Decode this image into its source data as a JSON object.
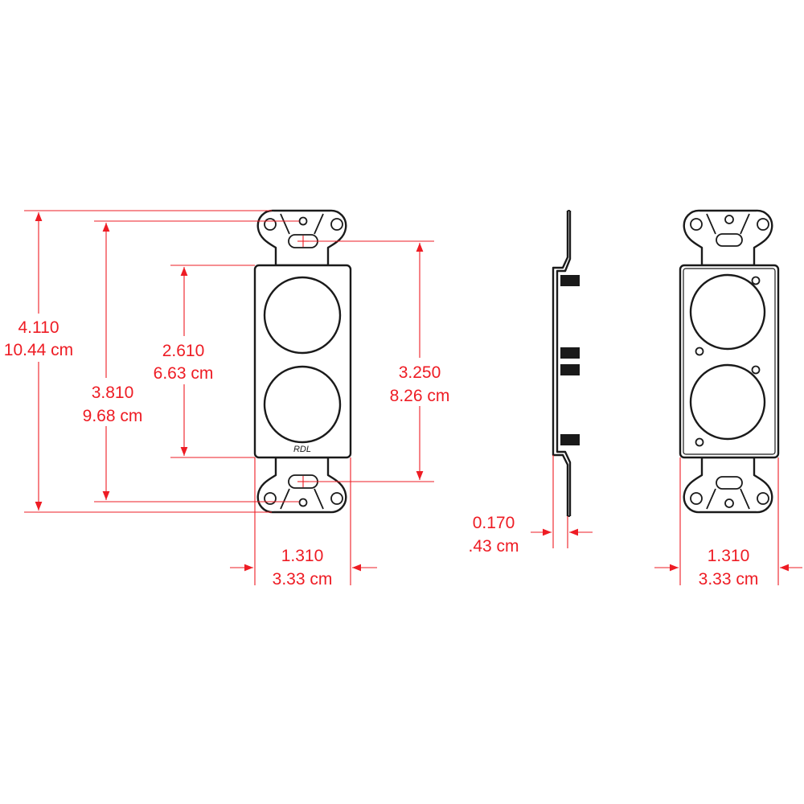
{
  "colors": {
    "dimension": "#ee1c24",
    "outline": "#1a1a1a",
    "background": "#ffffff"
  },
  "brand": "RDL",
  "dimensions": {
    "overall_height": {
      "in": "4.110",
      "cm": "10.44 cm"
    },
    "screw_spacing": {
      "in": "3.810",
      "cm": "9.68 cm"
    },
    "face_height": {
      "in": "2.610",
      "cm": "6.63 cm"
    },
    "mount_hole_spacing": {
      "in": "3.250",
      "cm": "8.26 cm"
    },
    "front_width": {
      "in": "1.310",
      "cm": "3.33 cm"
    },
    "depth": {
      "in": "0.170",
      "cm": ".43 cm"
    },
    "rear_width": {
      "in": "1.310",
      "cm": "3.33 cm"
    }
  }
}
